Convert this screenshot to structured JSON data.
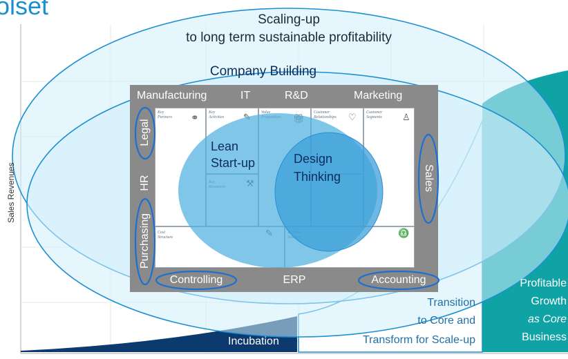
{
  "header": {
    "title_fragment": "olset"
  },
  "y_axis": {
    "label": "Sales Revenues"
  },
  "ellipses": {
    "scaling_up_line1": "Scaling-up",
    "scaling_up_line2": "to long term sustainable profitability",
    "company_building": "Company Building",
    "lean_startup_line1": "Lean",
    "lean_startup_line2": "Start-up",
    "design_thinking_line1": "Design",
    "design_thinking_line2": "Thinking"
  },
  "functions": {
    "manufacturing": "Manufacturing",
    "it": "IT",
    "rd": "R&D",
    "marketing": "Marketing",
    "legal": "Legal",
    "hr": "HR",
    "purchasing": "Purchasing",
    "sales": "Sales",
    "controlling": "Controlling",
    "erp": "ERP",
    "accounting": "Accounting"
  },
  "canvas": {
    "key_partners": "Key Partners",
    "key_activities": "Key Activities",
    "value_proposition": "Value Proposition",
    "customer_relationships": "Customer Relationships",
    "customer_segments": "Customer Segments",
    "key_resources": "Key Resources",
    "cost_structure": "Cost Structure",
    "revenue_streams": "Revenue Streams"
  },
  "phases": {
    "incubation": "Incubation",
    "transition_line1": "Transition",
    "transition_line2": "to Core and",
    "transition_line3": "Transform for Scale-up",
    "profitable_line1": "Profitable",
    "profitable_line2": "Growth",
    "profitable_line3": "as Core",
    "profitable_line4": "Business"
  },
  "colors": {
    "title_blue": "#1a8fd0",
    "ellipse_outline": "#1d8fd2",
    "ellipse_fill": "#cfeefb",
    "inner_blue": "#4fb0e0",
    "dark_navy": "#0d3a6e",
    "teal": "#0fa3a6",
    "frame_gray": "#8a8a8a"
  }
}
